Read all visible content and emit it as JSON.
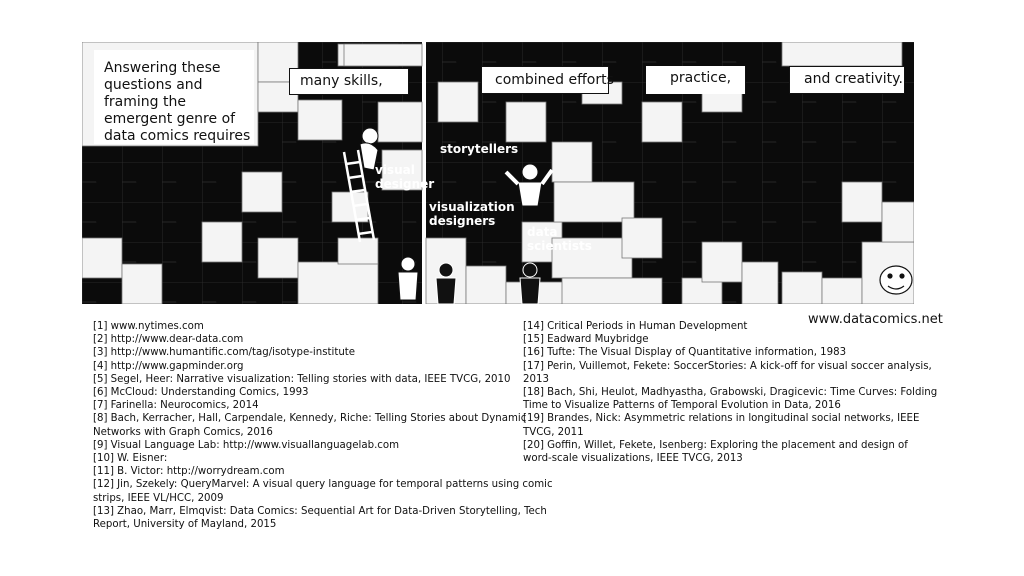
{
  "comic": {
    "intro": "Answering these questions and framing the emergent genre of data comics requires",
    "captions": [
      "many skills,",
      "combined efforts",
      "practice,",
      "and creativity."
    ],
    "roles": {
      "visual_designer": "visual designer",
      "storytellers": "storytellers",
      "visualization_designers": "visualization designers",
      "data_scientists": "data scientists"
    }
  },
  "url": "www.datacomics.net",
  "references_left": [
    "[1] www.nytimes.com",
    "[2] http://www.dear-data.com",
    "[3] http://www.humantific.com/tag/isotype-institute",
    "[4] http://www.gapminder.org",
    "[5] Segel, Heer: Narrative visualization: Telling stories with data, IEEE TVCG, 2010",
    "[6] McCloud: Understanding Comics, 1993",
    "[7] Farinella: Neurocomics, 2014",
    "[8] Bach, Kerracher, Hall, Carpendale, Kennedy, Riche: Telling Stories about Dynamic",
    "Networks with Graph Comics, 2016",
    "[9] Visual Language Lab: http://www.visuallanguagelab.com",
    "[10] W. Eisner:",
    "[11] B. Victor: http://worrydream.com",
    "[12] Jin, Szekely: QueryMarvel: A visual query language for temporal patterns using comic",
    "strips, IEEE VL/HCC, 2009",
    "[13] Zhao, Marr, Elmqvist: Data Comics: Sequential Art for Data-Driven Storytelling, Tech",
    "Report, University of Mayland, 2015"
  ],
  "references_right": [
    "[14] Critical Periods in Human Development",
    "[15] Eadward Muybridge",
    "[16] Tufte: The Visual Display of Quantitative information, 1983",
    "[17] Perin, Vuillemot, Fekete: SoccerStories: A kick-off for visual soccer analysis,",
    "2013",
    "[18] Bach, Shi, Heulot, Madhyastha, Grabowski, Dragicevic: Time Curves: Folding",
    "Time to Visualize Patterns of Temporal Evolution in Data, 2016",
    "[19] Brandes, Nick: Asymmetric relations in longitudinal social networks, IEEE",
    "TVCG, 2011",
    "[20] Goffin, Willet, Fekete, Isenberg: Exploring the placement and design of",
    "word-scale visualizations, IEEE TVCG, 2013"
  ]
}
